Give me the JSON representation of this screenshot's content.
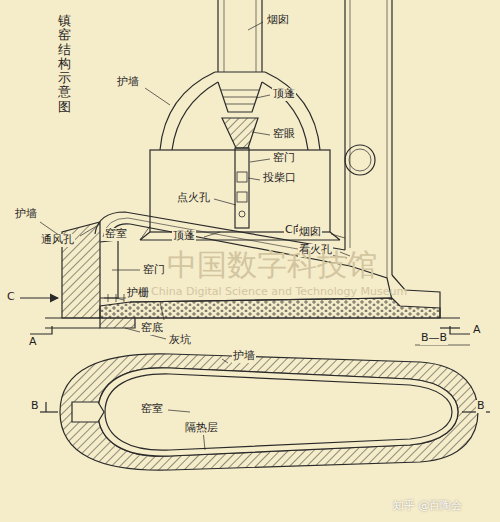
{
  "diagram": {
    "title": "镇窑结构示意图",
    "labels": [
      "烟囱",
      "顶蓬",
      "护墙",
      "窑眼",
      "窑门",
      "投柴口",
      "点火孔",
      "C向",
      "护墙",
      "通风孔",
      "窑室",
      "顶蓬",
      "窑门",
      "烟囱",
      "看火孔",
      "C",
      "A",
      "护栅",
      "窑底",
      "灰坑",
      "A",
      "B—B",
      "护墙",
      "窑室",
      "隔热层",
      "B",
      "B",
      "中国数字科技馆",
      "China Digital Science and Technology Museum",
      "知乎 @百陶会"
    ]
  }
}
